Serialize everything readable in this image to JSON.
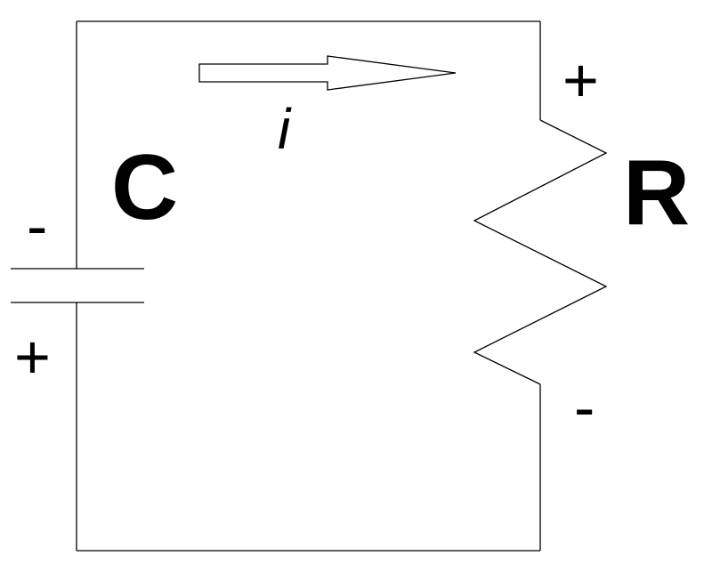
{
  "diagram": {
    "capacitor": {
      "label": "C",
      "top_polarity": "-",
      "bottom_polarity": "+"
    },
    "resistor": {
      "label": "R",
      "top_polarity": "+",
      "bottom_polarity": "-"
    },
    "current": {
      "label": "i",
      "direction": "right"
    },
    "colors": {
      "line": "#000000",
      "background": "#ffffff"
    }
  }
}
